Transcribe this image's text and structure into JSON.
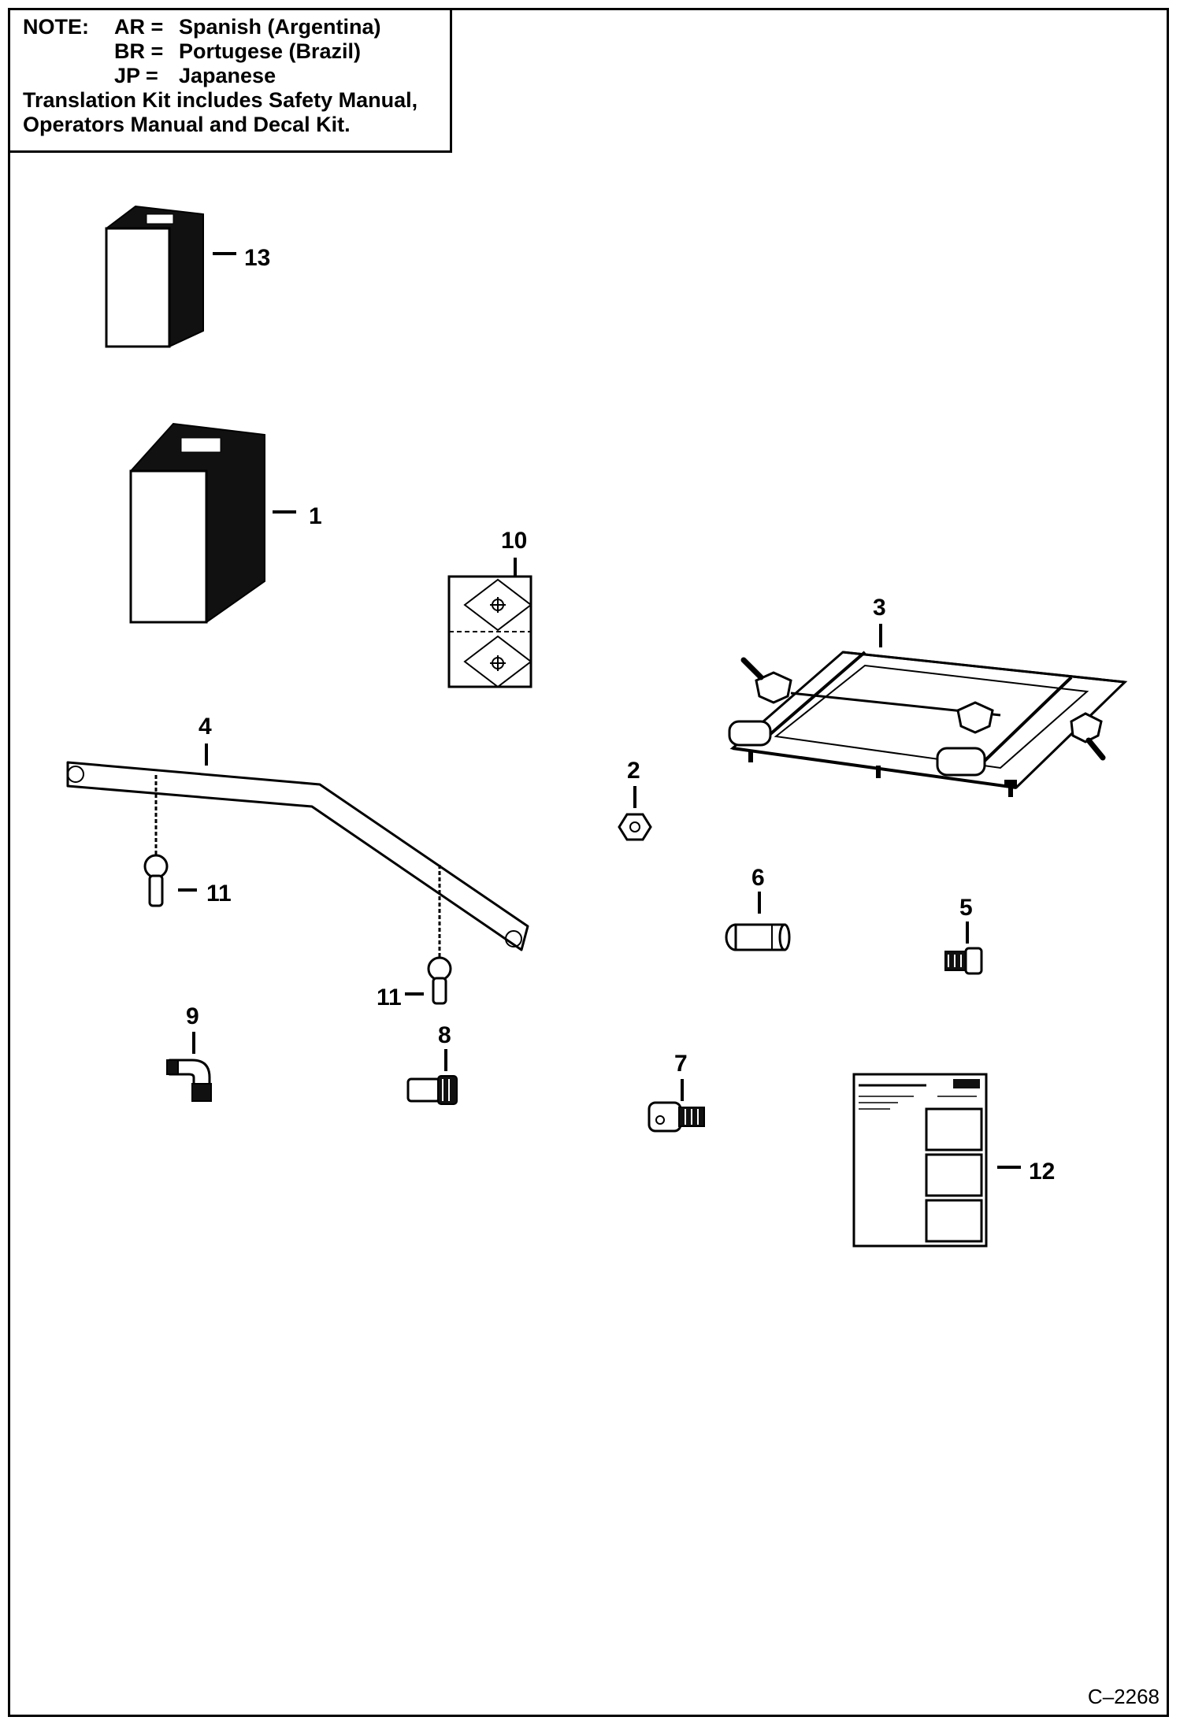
{
  "note": {
    "label": "NOTE:",
    "languages": [
      {
        "code": "AR =",
        "name": "Spanish (Argentina)"
      },
      {
        "code": "BR =",
        "name": "Portugese (Brazil)"
      },
      {
        "code": "JP =",
        "name": "Japanese"
      }
    ],
    "kit_lines": [
      "Translation Kit includes Safety Manual,",
      "Operators Manual and Decal Kit."
    ]
  },
  "callouts": {
    "c1": "1",
    "c2": "2",
    "c3": "3",
    "c4": "4",
    "c5": "5",
    "c6": "6",
    "c7": "7",
    "c8": "8",
    "c9": "9",
    "c10": "10",
    "c11a": "11",
    "c11b": "11",
    "c12": "12",
    "c13": "13"
  },
  "drawing_number": "C–2268"
}
